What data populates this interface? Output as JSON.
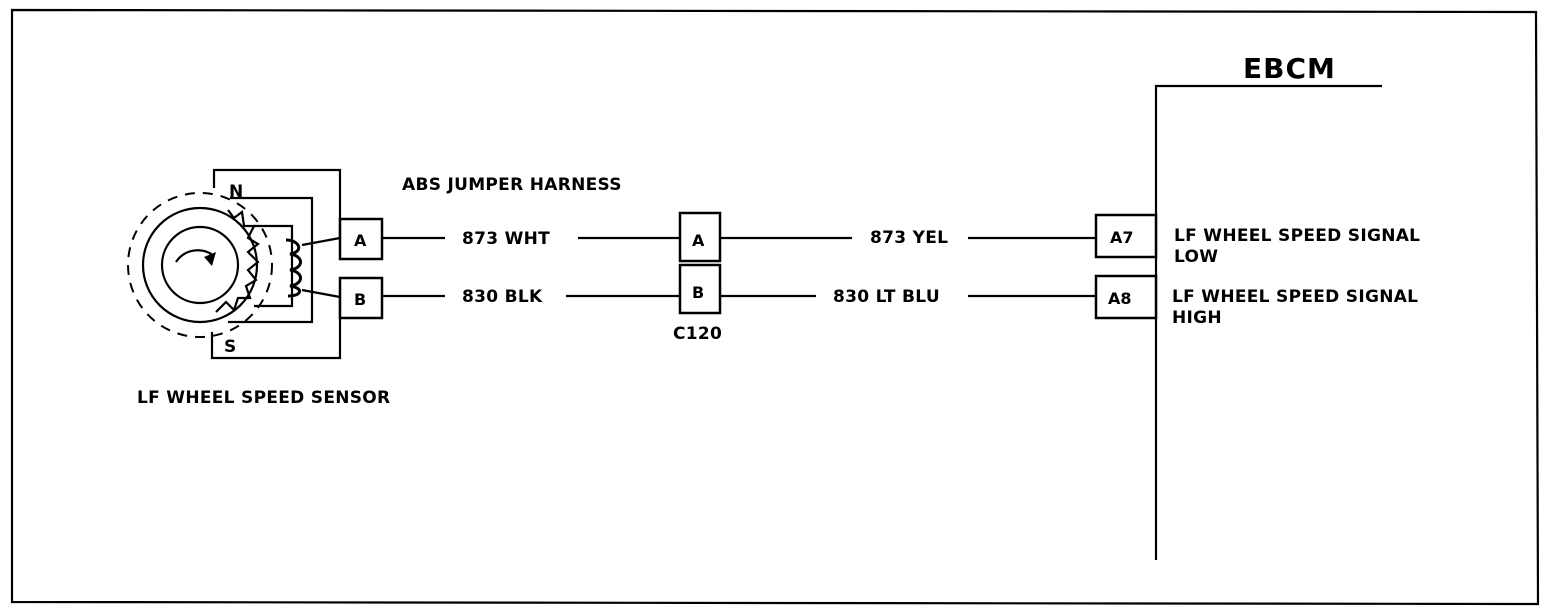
{
  "module": {
    "title": "EBCM"
  },
  "harness": {
    "label": "ABS JUMPER HARNESS"
  },
  "sensor": {
    "label": "LF WHEEL SPEED SENSOR",
    "pole_north": "N",
    "pole_south": "S",
    "pin_a": "A",
    "pin_b": "B"
  },
  "connector": {
    "name": "C120",
    "pin_a": "A",
    "pin_b": "B"
  },
  "wires": {
    "sensor_a": "873 WHT",
    "sensor_b": "830 BLK",
    "ebcm_a7": "873 YEL",
    "ebcm_a8": "830 LT BLU"
  },
  "ebcm_pins": [
    {
      "pin": "A7",
      "signal_line1": "LF WHEEL SPEED SIGNAL",
      "signal_line2": "LOW"
    },
    {
      "pin": "A8",
      "signal_line1": "LF WHEEL SPEED SIGNAL",
      "signal_line2": "HIGH"
    }
  ]
}
